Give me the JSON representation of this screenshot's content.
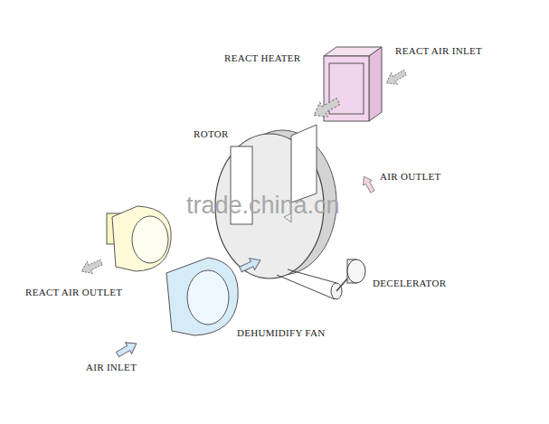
{
  "diagram": {
    "labels": [
      "REACT HEATER",
      "REACT AIR INLET",
      "ROTOR",
      "AIR OUTLET",
      "DECELERATOR",
      "REACT AIR OUTLET",
      "DEHUMIDIFY FAN",
      "AIR INLET",
      "trade.china.cn"
    ]
  }
}
